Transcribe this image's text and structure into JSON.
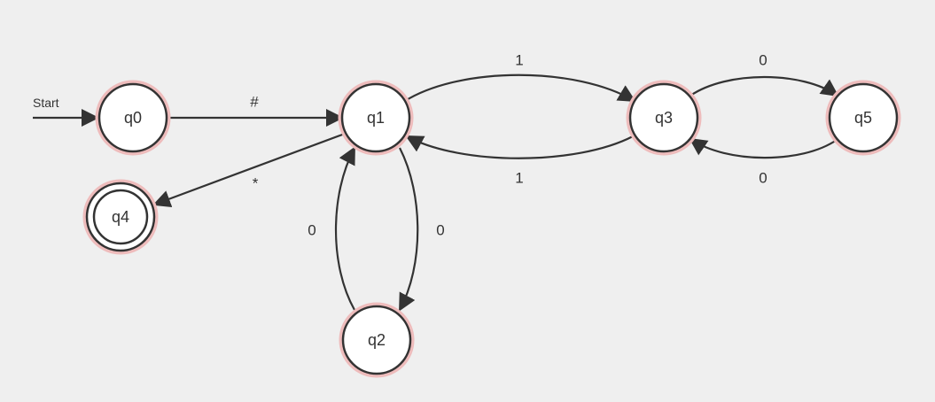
{
  "diagram": {
    "start_label": "Start",
    "states": [
      {
        "id": "q0",
        "label": "q0",
        "accepting": false
      },
      {
        "id": "q1",
        "label": "q1",
        "accepting": false
      },
      {
        "id": "q2",
        "label": "q2",
        "accepting": false
      },
      {
        "id": "q3",
        "label": "q3",
        "accepting": false
      },
      {
        "id": "q4",
        "label": "q4",
        "accepting": true
      },
      {
        "id": "q5",
        "label": "q5",
        "accepting": false
      }
    ],
    "transitions": [
      {
        "from": "q0",
        "to": "q1",
        "label": "#"
      },
      {
        "from": "q1",
        "to": "q3",
        "label": "1"
      },
      {
        "from": "q3",
        "to": "q1",
        "label": "1"
      },
      {
        "from": "q3",
        "to": "q5",
        "label": "0"
      },
      {
        "from": "q5",
        "to": "q3",
        "label": "0"
      },
      {
        "from": "q1",
        "to": "q2",
        "label": "0"
      },
      {
        "from": "q2",
        "to": "q1",
        "label": "0"
      },
      {
        "from": "q1",
        "to": "q4",
        "label": "*"
      }
    ],
    "colors": {
      "background": "#efefef",
      "halo": "#eebcbc",
      "stroke": "#333333",
      "fill": "#ffffff"
    }
  }
}
